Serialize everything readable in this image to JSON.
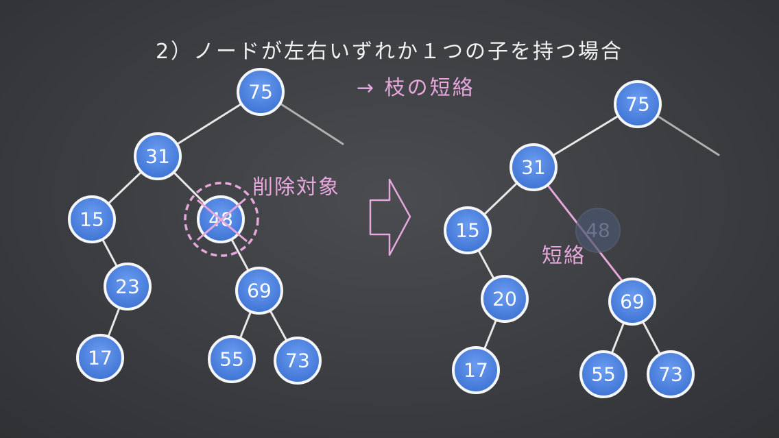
{
  "title": "2）ノードが左右いずれか１つの子を持つ場合",
  "subtitle": "→ 枝の短絡",
  "delete_target_label": "削除対象",
  "shortcut_label": "短絡",
  "colors": {
    "node_fill": "#4f86e0",
    "node_stroke": "#f4f6fa",
    "accent_pink": "#e6a8dc",
    "background": "#3b3d41"
  },
  "left_tree": {
    "nodes": [
      {
        "id": "n75",
        "label": "75"
      },
      {
        "id": "n31",
        "label": "31"
      },
      {
        "id": "n15",
        "label": "15"
      },
      {
        "id": "n48",
        "label": "48",
        "deleted": true
      },
      {
        "id": "n23",
        "label": "23"
      },
      {
        "id": "n69",
        "label": "69"
      },
      {
        "id": "n17",
        "label": "17"
      },
      {
        "id": "n55",
        "label": "55"
      },
      {
        "id": "n73",
        "label": "73"
      }
    ]
  },
  "right_tree": {
    "nodes": [
      {
        "id": "m75",
        "label": "75"
      },
      {
        "id": "m31",
        "label": "31"
      },
      {
        "id": "m15",
        "label": "15"
      },
      {
        "id": "m20",
        "label": "20"
      },
      {
        "id": "m69",
        "label": "69"
      },
      {
        "id": "m17",
        "label": "17"
      },
      {
        "id": "m55",
        "label": "55"
      },
      {
        "id": "m73",
        "label": "73"
      }
    ],
    "ghost_label": "48"
  }
}
